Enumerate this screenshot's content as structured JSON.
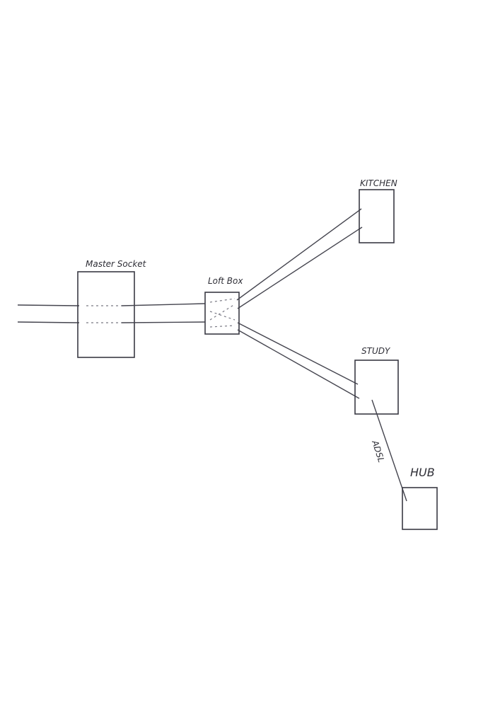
{
  "diagram": {
    "nodes": {
      "master_socket": "Master Socket",
      "loft_box": "Loft Box",
      "kitchen": "KITCHEN",
      "study": "STUDY",
      "hub": "HUB"
    },
    "edges": {
      "study_to_hub": "ADSL"
    }
  }
}
